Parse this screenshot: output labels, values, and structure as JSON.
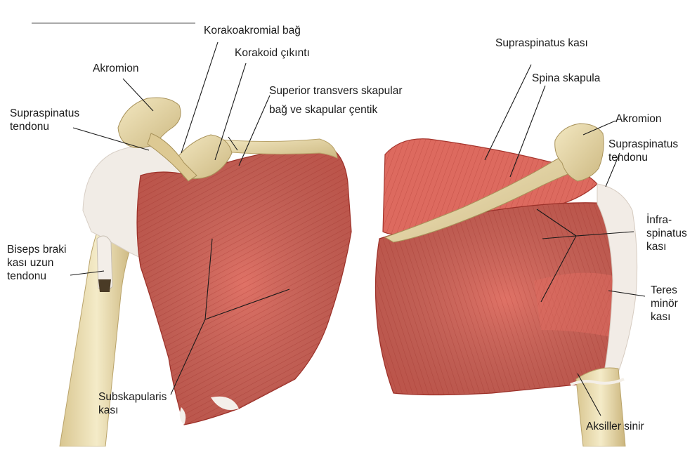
{
  "labels": {
    "korakoakromial_bag": "Korakoakromial bağ",
    "korakoid_cikinti": "Korakoid çıkıntı",
    "akromion_left": "Akromion",
    "superior_transvers": [
      "Superior transvers skapular",
      "bağ ve skapular çentik"
    ],
    "supraspinatus_tendonu_left": [
      "Supraspinatus",
      "tendonu"
    ],
    "biseps": [
      "Biseps braki",
      "kası uzun",
      "tendonu"
    ],
    "subskapularis": [
      "Subskapularis",
      "kası"
    ],
    "supraspinatus_kasi": "Supraspinatus kası",
    "spina_skapula": "Spina skapula",
    "akromion_right": "Akromion",
    "supraspinatus_tendonu_right": [
      "Supraspinatus",
      "tendonu"
    ],
    "infraspinatus": [
      "İnfra-",
      "spinatus",
      "kası"
    ],
    "teres_minor": [
      "Teres",
      "minör",
      "kası"
    ],
    "aksiller_sinir": "Aksiller sinir"
  },
  "colors": {
    "muscle": "#e07266",
    "muscle_dark": "#c2483f",
    "bone": "#eadcb0",
    "tendon": "#f2ece4",
    "leader": "#1a1a1a"
  }
}
